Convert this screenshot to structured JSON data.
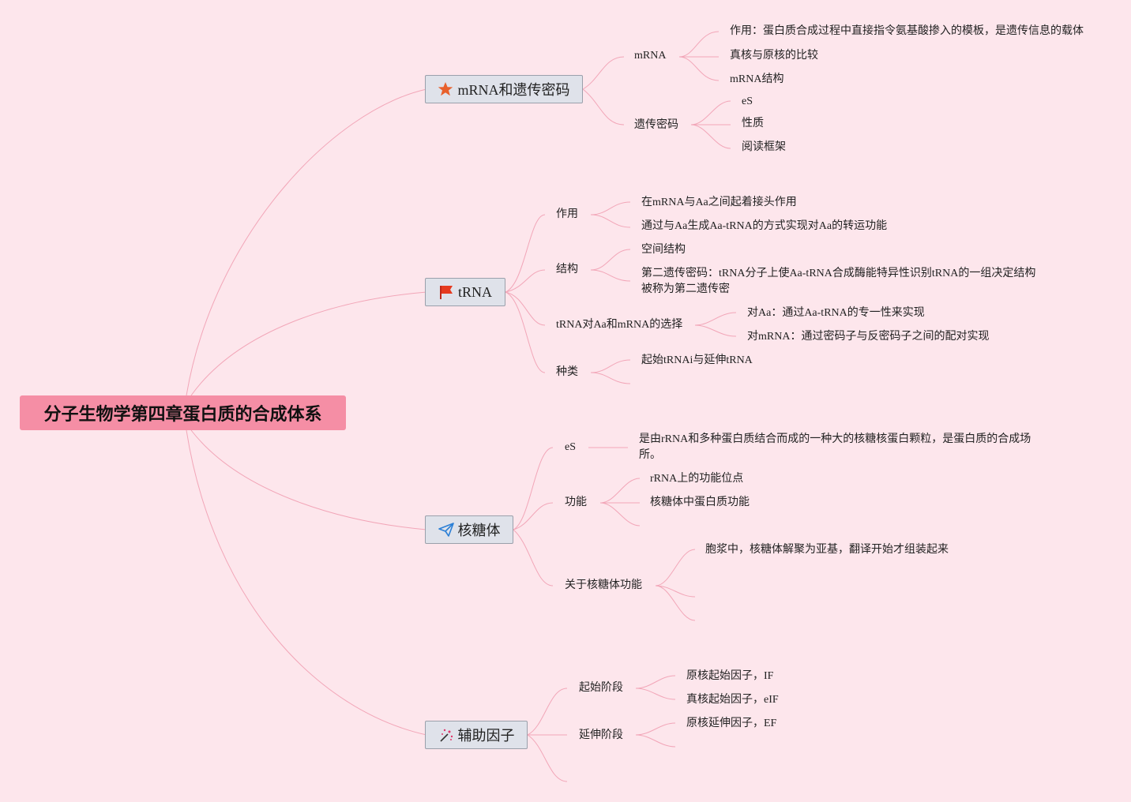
{
  "root": {
    "label": "分子生物学第四章蛋白质的合成体系"
  },
  "branches": {
    "mrna": {
      "label": "mRNA和遗传密码",
      "icon": "star-icon",
      "mrna": {
        "label": "mRNA",
        "items": [
          "作用：蛋白质合成过程中直接指令氨基酸掺入的模板，是遗传信息的载体",
          "真核与原核的比较",
          "mRNA结构"
        ]
      },
      "code": {
        "label": "遗传密码",
        "items": [
          "eS",
          "性质",
          "阅读框架"
        ]
      }
    },
    "trna": {
      "label": "tRNA",
      "icon": "flag-icon",
      "role": {
        "label": "作用",
        "items": [
          "在mRNA与Aa之间起着接头作用",
          "通过与Aa生成Aa-tRNA的方式实现对Aa的转运功能"
        ]
      },
      "structure": {
        "label": "结构",
        "items": [
          "空间结构",
          "第二遗传密码：tRNA分子上使Aa-tRNA合成酶能特异性识别tRNA的一组决定结构被称为第二遗传密"
        ]
      },
      "selection": {
        "label": "tRNA对Aa和mRNA的选择",
        "items": [
          "对Aa：通过Aa-tRNA的专一性来实现",
          "对mRNA：通过密码子与反密码子之间的配对实现"
        ]
      },
      "types": {
        "label": "种类",
        "items": [
          "起始tRNAi与延伸tRNA"
        ]
      }
    },
    "ribosome": {
      "label": "核糖体",
      "icon": "paper-plane-icon",
      "es": {
        "label": "eS",
        "text": "是由rRNA和多种蛋白质结合而成的一种大的核糖核蛋白颗粒，是蛋白质的合成场所。"
      },
      "function": {
        "label": "功能",
        "items": [
          "rRNA上的功能位点",
          "核糖体中蛋白质功能"
        ]
      },
      "about": {
        "label": "关于核糖体功能",
        "items": [
          "胞浆中，核糖体解聚为亚基，翻译开始才组装起来"
        ]
      }
    },
    "factors": {
      "label": "辅助因子",
      "icon": "wand-icon",
      "initiation": {
        "label": "起始阶段",
        "items": [
          "原核起始因子，IF",
          "真核起始因子，eIF"
        ]
      },
      "elongation": {
        "label": "延伸阶段",
        "items": [
          "原核延伸因子，EF"
        ]
      }
    }
  },
  "colors": {
    "background": "#fde6ec",
    "root": "#f58ea5",
    "topic": "#dfe2ea",
    "link": "#f2a6b8"
  }
}
